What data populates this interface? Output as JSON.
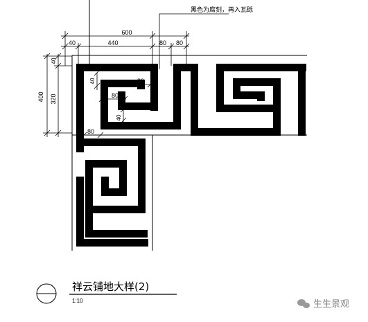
{
  "title": "祥云铺地大样(2)",
  "scale": "1:10",
  "note": "黑色为腐刻，再入瓦砾",
  "dimensions": {
    "total_width": "600",
    "seg_left": "40",
    "seg_440": "440",
    "seg_80a": "80",
    "seg_80b": "80",
    "vert_400": "400",
    "vert_320": "320",
    "vert_40": "40",
    "inner_80_top": "80",
    "inner_40_left": "40",
    "inner_80_mid": "80",
    "inner_40_mid": "40",
    "inner_80_bottom": "80"
  },
  "watermark": {
    "text": "生生景观"
  }
}
